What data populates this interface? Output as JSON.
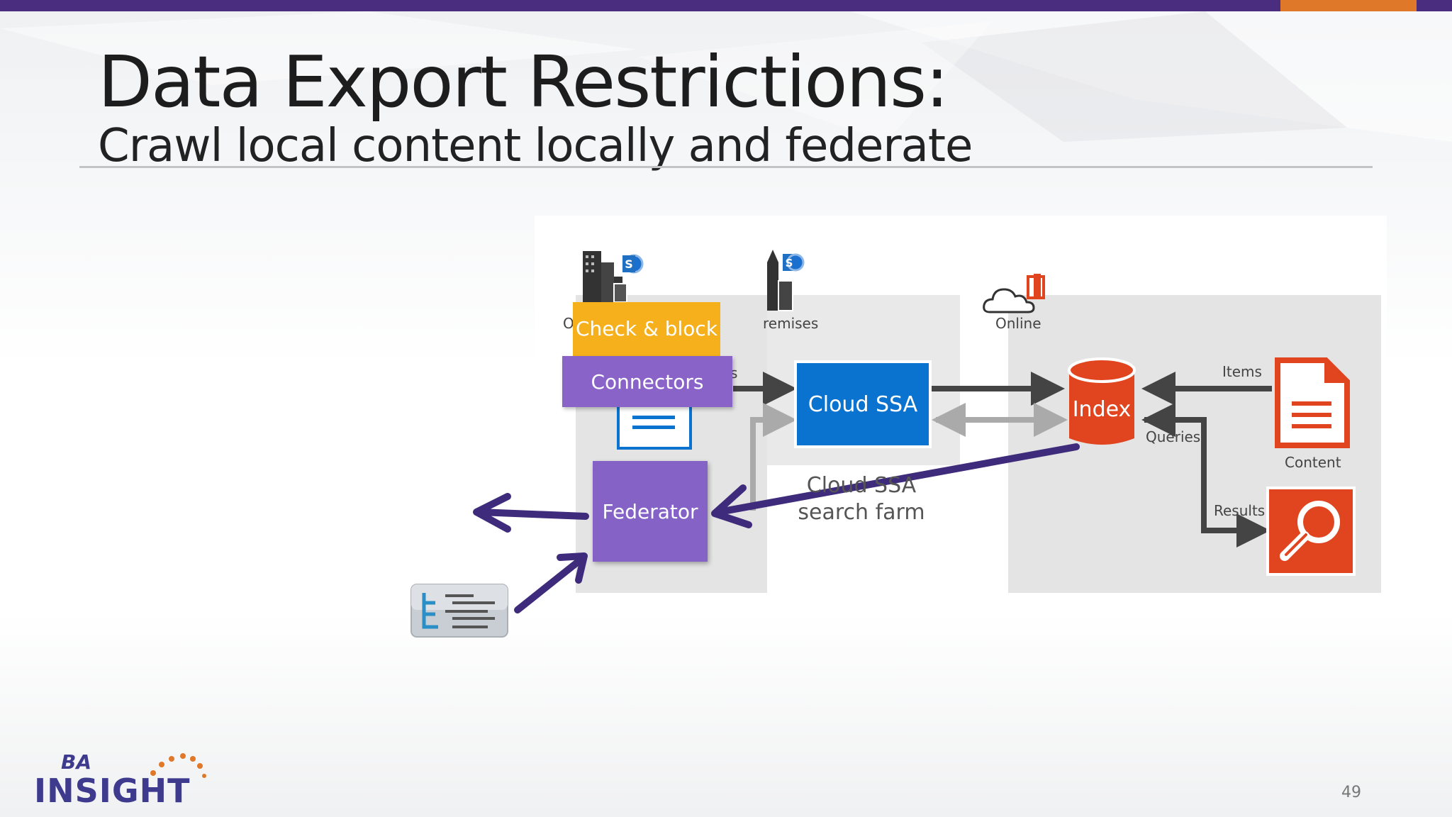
{
  "slide": {
    "title": "Data Export Restrictions:",
    "subtitle": "Crawl local content locally and federate",
    "page_number": "49"
  },
  "diagram": {
    "partial_labels": {
      "onpremises_left": "O",
      "onpremises_right": "remises",
      "crawler_partial": "s",
      "content_partial": "Content"
    },
    "online_label": "Online",
    "check_block": "Check & block",
    "connectors": "Connectors",
    "federator": "Federator",
    "cloud_ssa": "Cloud SSA",
    "cloud_farm": "Cloud SSA search farm",
    "index": "Index",
    "items_label": "Items",
    "queries_label": "Queries",
    "results_label": "Results",
    "content_label": "Content"
  },
  "logo": {
    "ba": "BA",
    "insight": "INSIGHT"
  },
  "colors": {
    "topbar": "#4b2d7f",
    "topbar_accent": "#e0782a",
    "check_block": "#f5b01b",
    "connectors": "#8a63c9",
    "federator": "#8563c6",
    "cloud_ssa": "#0a73cf",
    "index": "#e0451f",
    "arrow_purple": "#3f2b7b"
  },
  "icons": {
    "sharepoint_building": "building-sharepoint-icon",
    "office_cloud": "office365-cloud-icon",
    "document": "document-icon",
    "search": "search-icon",
    "outline_app": "outline-app-icon"
  }
}
